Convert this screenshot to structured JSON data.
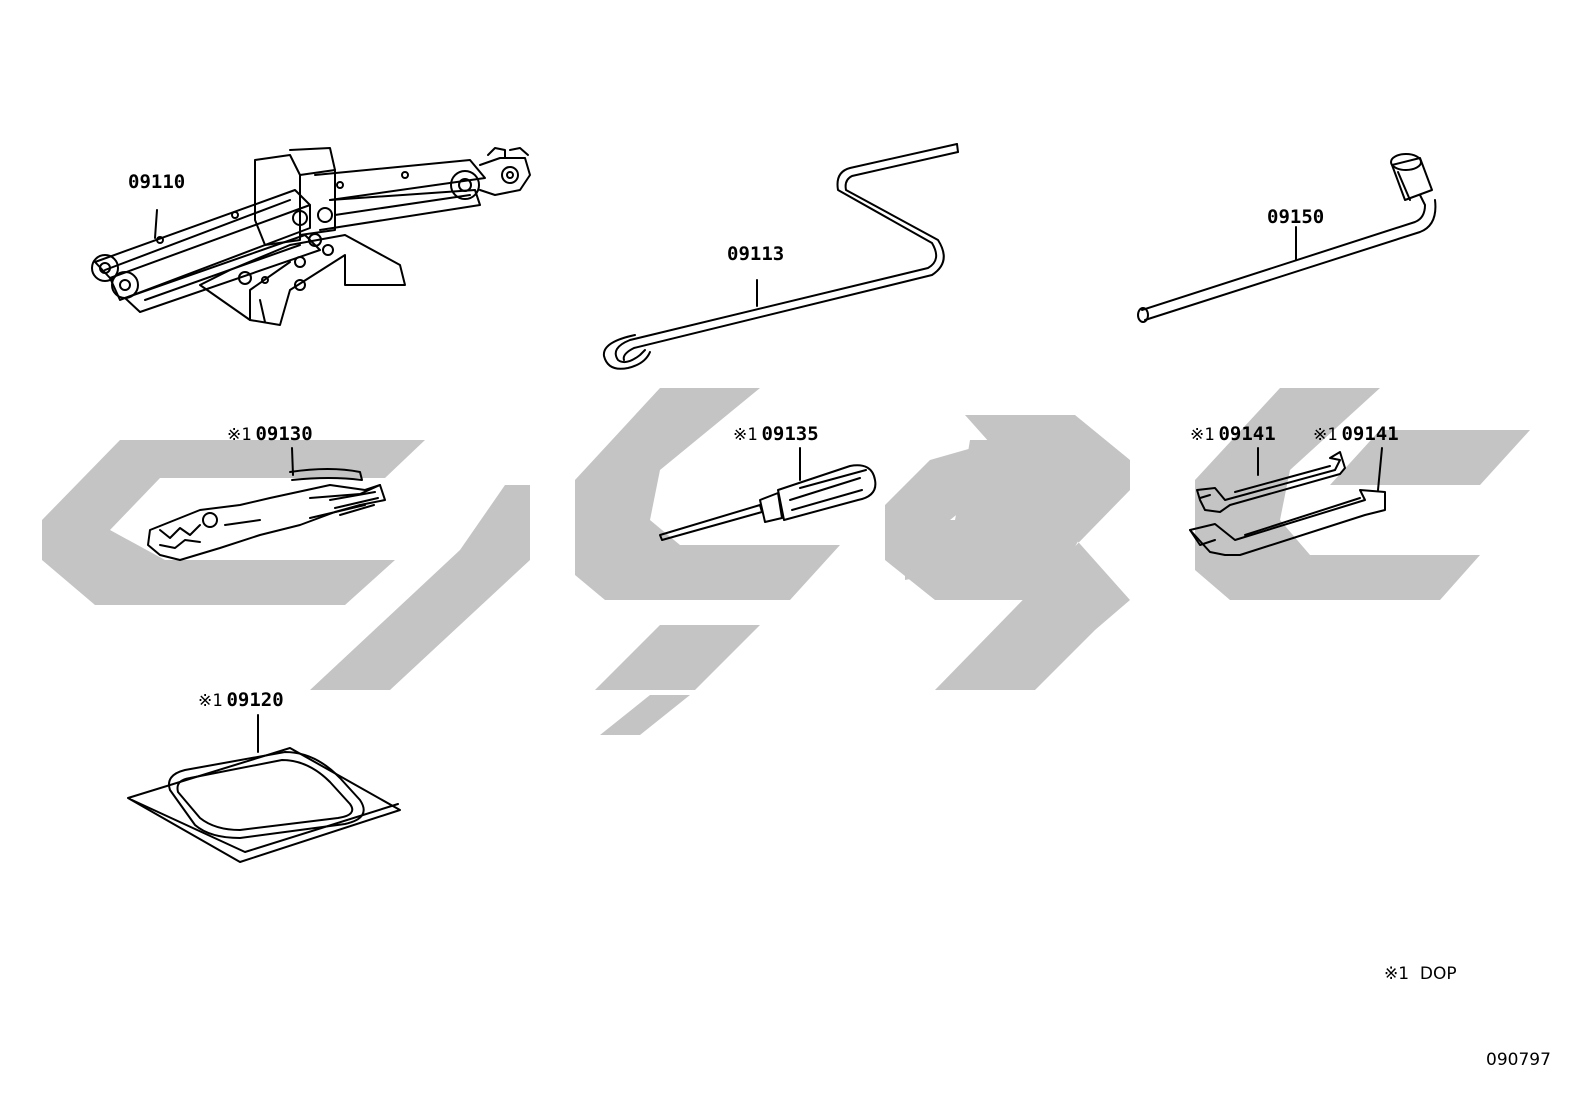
{
  "parts": {
    "jack": {
      "number": "09110",
      "note": ""
    },
    "jack_handle": {
      "number": "09113",
      "note": ""
    },
    "wheel_wrench": {
      "number": "09150",
      "note": ""
    },
    "pliers": {
      "number": "09130",
      "note": "※1"
    },
    "screwdriver": {
      "number": "09135",
      "note": "※1"
    },
    "wrench_a": {
      "number": "09141",
      "note": "※1"
    },
    "wrench_b": {
      "number": "09141",
      "note": "※1"
    },
    "tool_bag": {
      "number": "09120",
      "note": "※1"
    }
  },
  "legend": {
    "mark": "※1",
    "text": "DOP"
  },
  "figure_code": "090797",
  "colors": {
    "watermark": "#c4c4c4",
    "line": "#000000",
    "background": "#ffffff"
  }
}
